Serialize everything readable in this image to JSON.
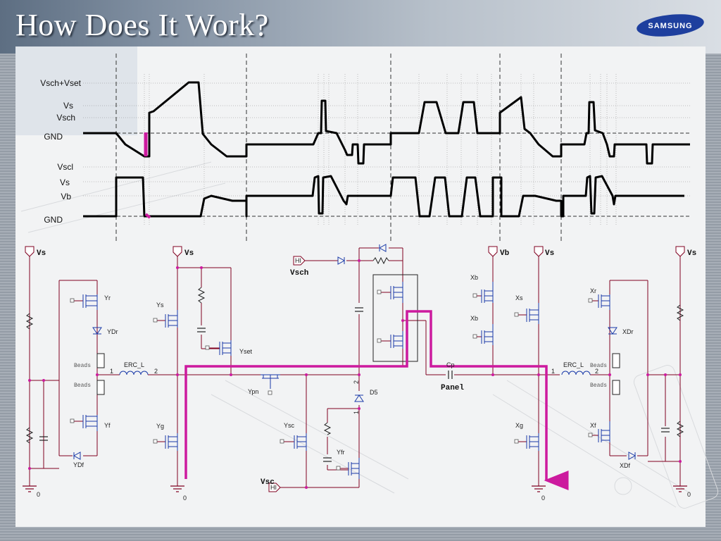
{
  "title": "How Does It Work?",
  "brand": "SAMSUNG",
  "colors": {
    "highlight": "#cc1a9e",
    "wire": "#800020",
    "fet": "#1a3aa8",
    "trace": "#000000"
  },
  "waveform_labels": {
    "vsch_vset": "Vsch+Vset",
    "vs_top": "Vs",
    "vsch": "Vsch",
    "gnd_top": "GND",
    "vscl": "Vscl",
    "vs_bottom": "Vs",
    "vb": "Vb",
    "gnd_bottom": "GND"
  },
  "rails": {
    "vs": "Vs",
    "vb": "Vb",
    "vsch": "Vsch",
    "vsc": "Vsc",
    "panel": "Panel",
    "ground": "0",
    "hi": "HI"
  },
  "components": {
    "yr": "Yr",
    "ydr": "YDr",
    "yf": "Yf",
    "ydf": "YDf",
    "ys": "Ys",
    "yg": "Yg",
    "yset": "Yset",
    "ypn": "Ypn",
    "ysc": "Ysc",
    "yfr": "Yfr",
    "d5": "D5",
    "xb1": "Xb",
    "xb2": "Xb",
    "xs": "Xs",
    "xg": "Xg",
    "xr": "Xr",
    "xdr": "XDr",
    "xf": "Xf",
    "xdf": "XDf",
    "erc_l_left": "ERC_L",
    "erc_l_right": "ERC_L",
    "beads": "Beads",
    "cp": "Cp",
    "pin1": "1",
    "pin2": "2"
  }
}
